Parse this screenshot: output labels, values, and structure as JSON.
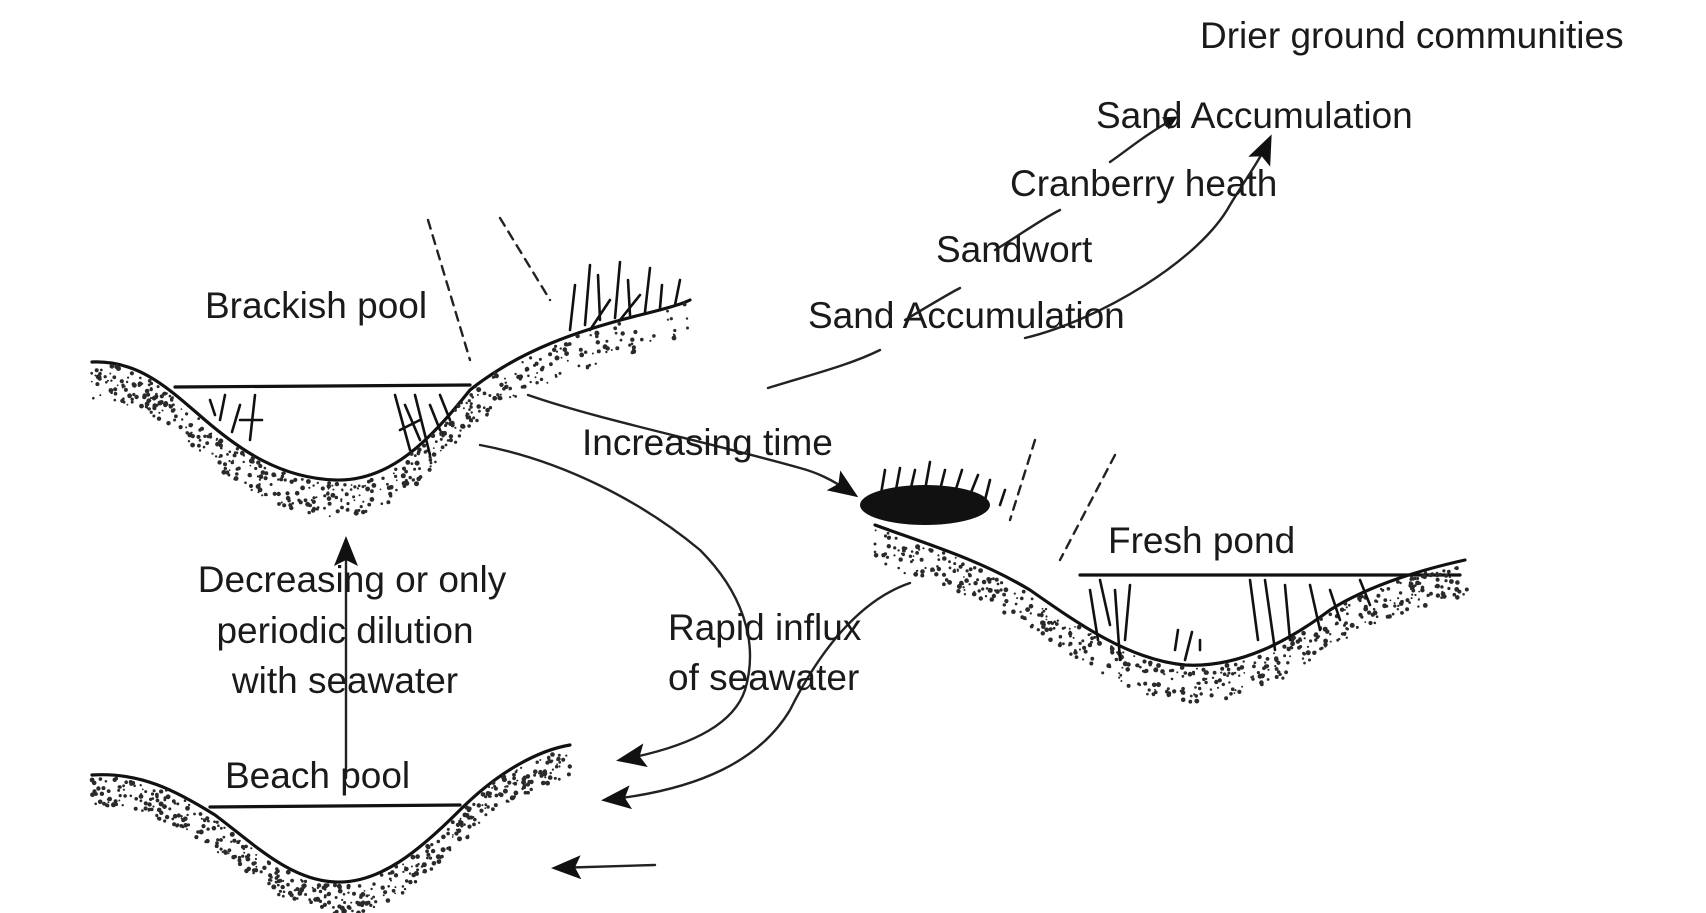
{
  "labels": {
    "drier_ground": "Drier ground communities",
    "sand_accumulation_top": "Sand Accumulation",
    "cranberry_heath": "Cranberry heath",
    "sandwort": "Sandwort",
    "sand_accumulation_lower": "Sand Accumulation",
    "brackish_pool": "Brackish pool",
    "increasing_time": "Increasing time",
    "fresh_pond": "Fresh pond",
    "decreasing_line1": "Decreasing or only",
    "decreasing_line2": "periodic dilution",
    "decreasing_line3": "with seawater",
    "rapid_influx_line1": "Rapid influx",
    "rapid_influx_line2": "of seawater",
    "beach_pool": "Beach pool"
  }
}
